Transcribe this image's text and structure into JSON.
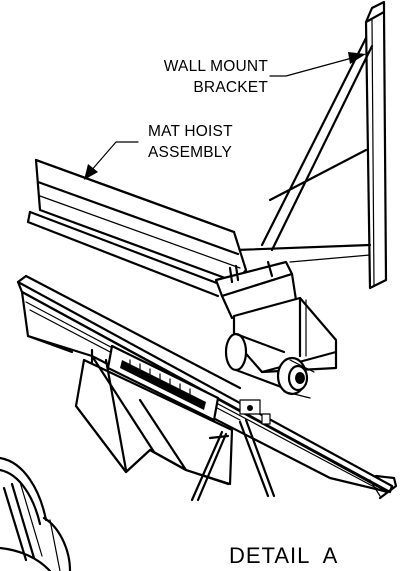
{
  "labels": {
    "wall_mount_bracket_line1": "WALL MOUNT",
    "wall_mount_bracket_line2": "BRACKET",
    "mat_hoist_assembly_line1": "MAT HOIST",
    "mat_hoist_assembly_line2": "ASSEMBLY",
    "detail": "DETAIL  A"
  },
  "colors": {
    "ink": "#000000",
    "paper": "#ffffff"
  }
}
